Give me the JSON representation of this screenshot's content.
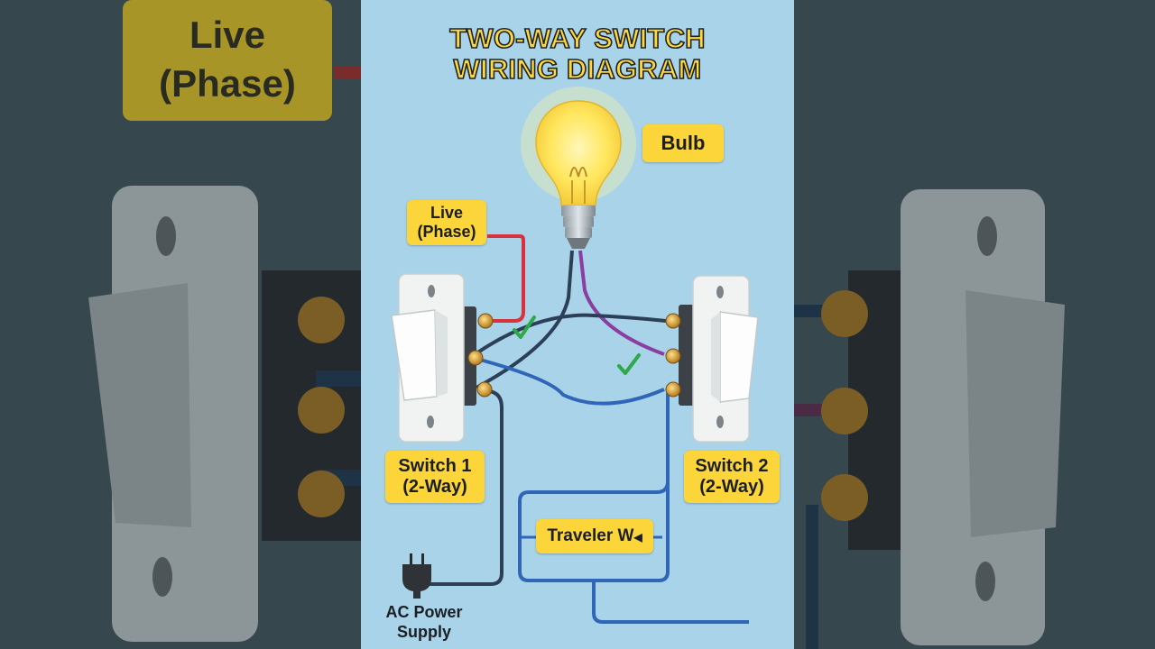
{
  "title_line1": "TWO-WAY SWITCH",
  "title_line2": "WIRING DIAGRAM",
  "labels": {
    "bulb": "Bulb",
    "live_line1": "Live",
    "live_line2": "(Phase)",
    "switch1_line1": "Switch 1",
    "switch1_line2": "(2-Way)",
    "switch2_line1": "Switch 2",
    "switch2_line2": "(2-Way)",
    "traveler": "Traveler W",
    "ac_line1": "AC Power",
    "ac_line2": "Supply"
  },
  "background_label": {
    "line1": "Live",
    "line2": "(Phase)"
  },
  "colors": {
    "panel_bg": "#a9d3e8",
    "label_bg": "#fcd53a",
    "live_wire": "#d9323c",
    "neutral_wire": "#2c3f57",
    "traveler_wire": "#2f66b8",
    "lamp_wire": "#8a3ea0",
    "check": "#2fa84a"
  },
  "icons": [
    "bulb-icon",
    "switch-icon",
    "plug-icon",
    "check-icon"
  ]
}
